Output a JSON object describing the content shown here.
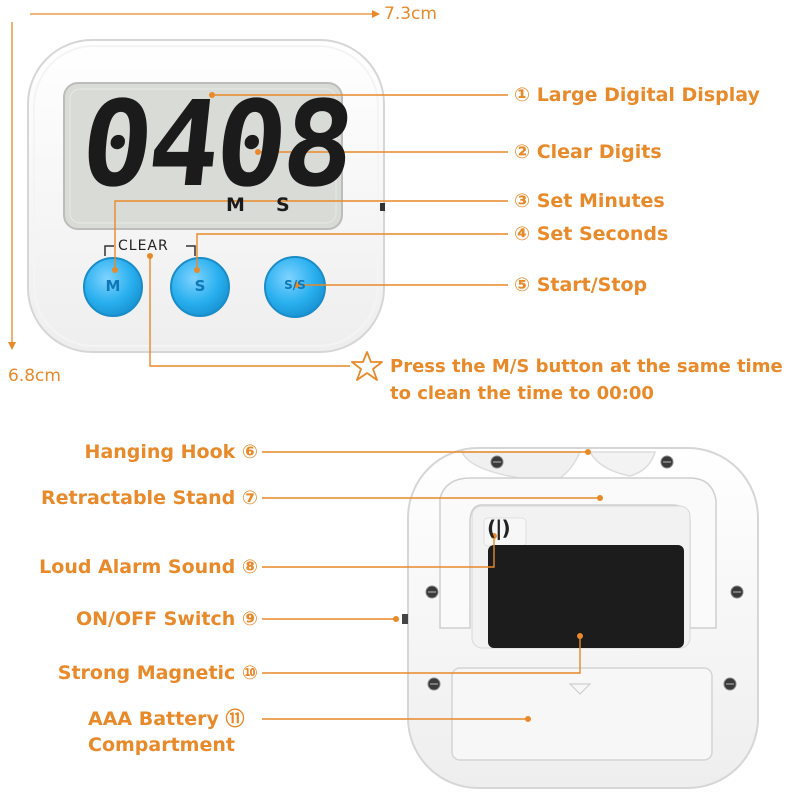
{
  "dimensions": {
    "width": "7.3cm",
    "height": "6.8cm"
  },
  "front": {
    "display_digits": "0408",
    "unit_m": "M",
    "unit_s": "S",
    "clear_label": "CLEAR",
    "buttons": [
      {
        "name": "minutes-button",
        "label": "M"
      },
      {
        "name": "seconds-button",
        "label": "S"
      },
      {
        "name": "start-stop-button",
        "label": "S/S"
      }
    ],
    "callouts": [
      "① Large Digital Display",
      "② Clear Digits",
      "③ Set Minutes",
      "④ Set Seconds",
      "⑤ Start/Stop"
    ],
    "note_line1": "Press the M/S button at the same time",
    "note_line2": "to clean the time to 00:00"
  },
  "back": {
    "callouts": [
      "Hanging Hook ⑥",
      "Retractable Stand ⑦",
      "Loud Alarm Sound ⑧",
      "ON/OFF Switch ⑨",
      "Strong Magnetic ⑩"
    ],
    "battery_line1": "AAA Battery ⑪",
    "battery_line2": "Compartment"
  },
  "colors": {
    "accent": "#e8892a",
    "button_blue": "#2ab0ef",
    "lcd_bg": "#d9dbd6",
    "magnet": "#1c1c1c",
    "body": "#ffffff"
  }
}
